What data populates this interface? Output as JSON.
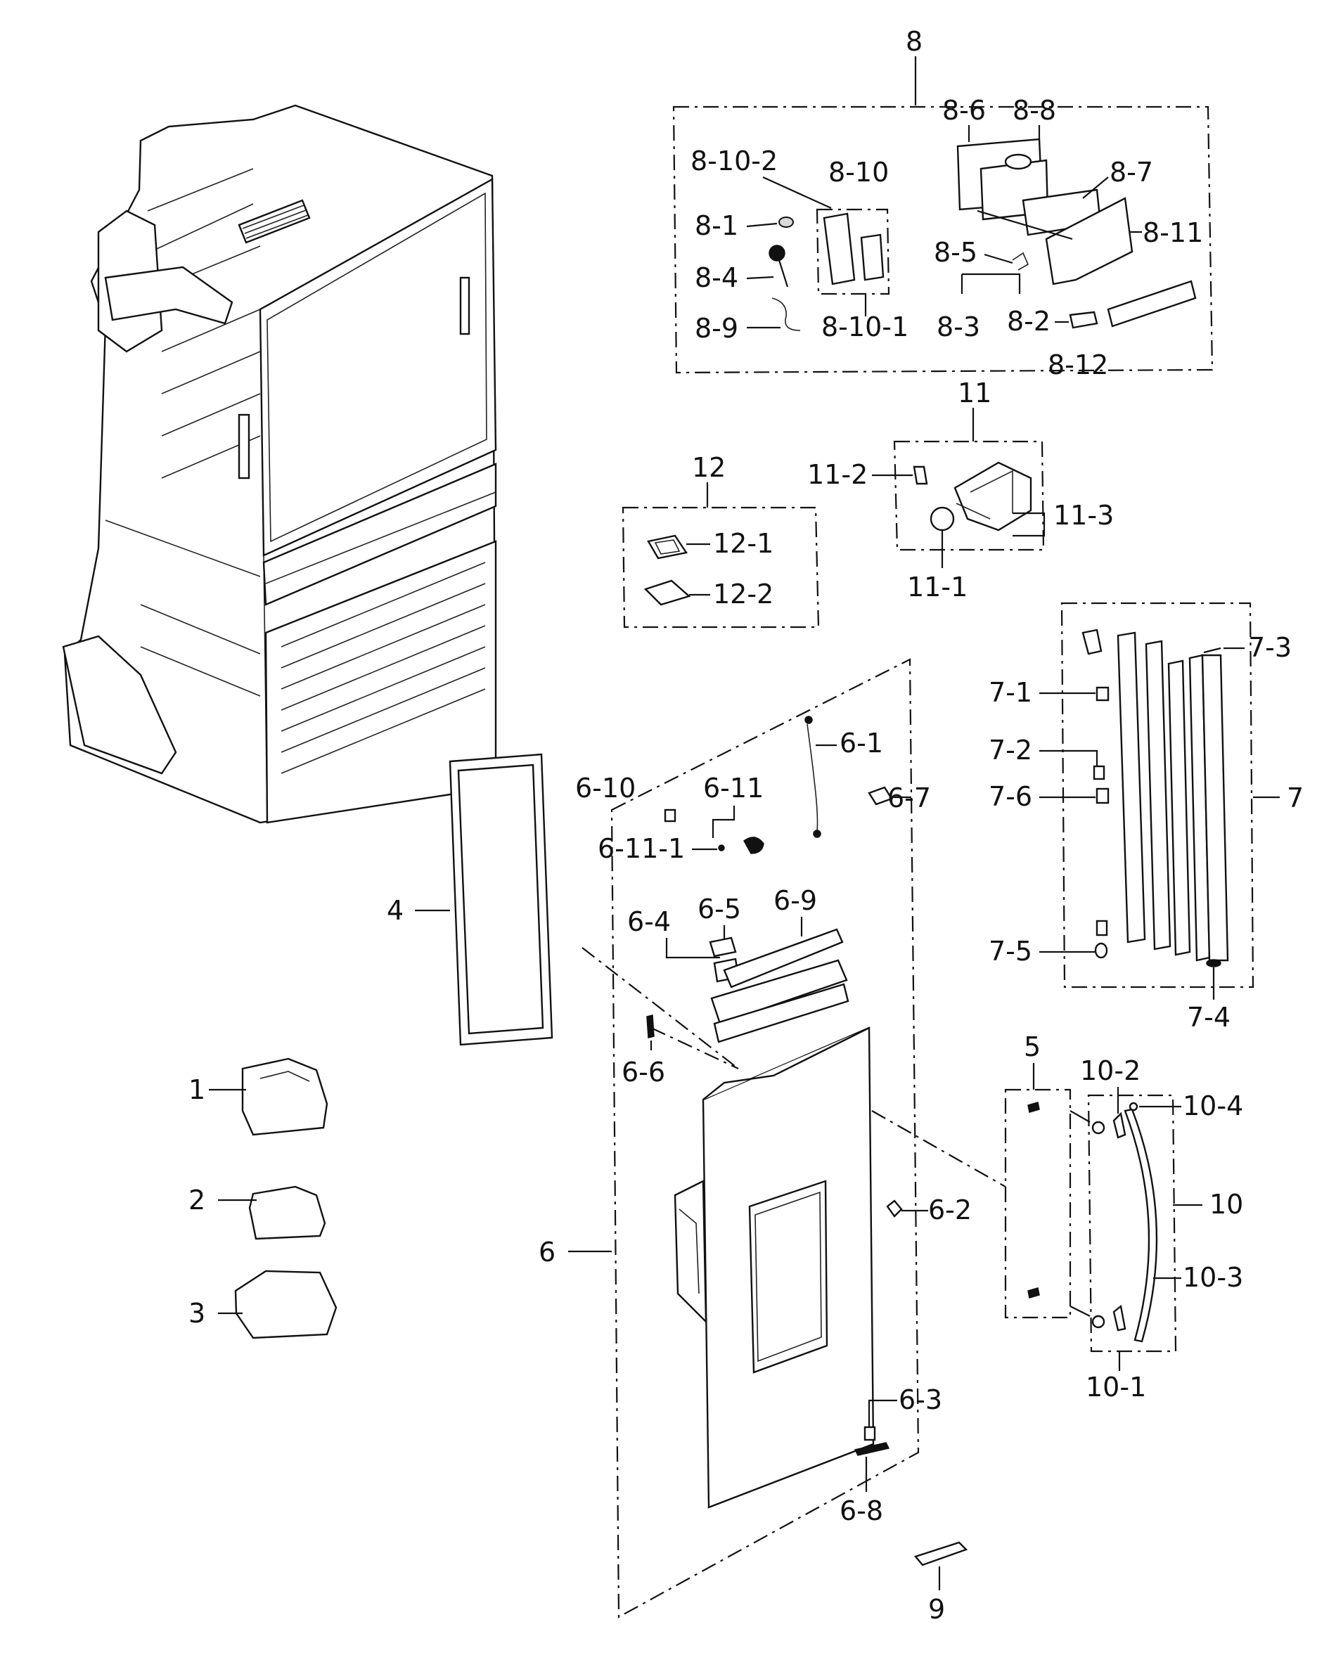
{
  "labels": {
    "l1": "1",
    "l2": "2",
    "l3": "3",
    "l4": "4",
    "l5": "5",
    "l6": "6",
    "l7": "7",
    "l8": "8",
    "l9": "9",
    "l10": "10",
    "l11": "11",
    "l12": "12",
    "l6_1": "6-1",
    "l6_2": "6-2",
    "l6_3": "6-3",
    "l6_4": "6-4",
    "l6_5": "6-5",
    "l6_6": "6-6",
    "l6_7": "6-7",
    "l6_8": "6-8",
    "l6_9": "6-9",
    "l6_10": "6-10",
    "l6_11": "6-11",
    "l6_11_1": "6-11-1",
    "l7_1": "7-1",
    "l7_2": "7-2",
    "l7_3": "7-3",
    "l7_4": "7-4",
    "l7_5": "7-5",
    "l7_6": "7-6",
    "l8_1": "8-1",
    "l8_2": "8-2",
    "l8_3": "8-3",
    "l8_4": "8-4",
    "l8_5": "8-5",
    "l8_6": "8-6",
    "l8_7": "8-7",
    "l8_8": "8-8",
    "l8_9": "8-9",
    "l8_10": "8-10",
    "l8_10_1": "8-10-1",
    "l8_10_2": "8-10-2",
    "l8_11": "8-11",
    "l8_12": "8-12",
    "l10_1": "10-1",
    "l10_2": "10-2",
    "l10_3": "10-3",
    "l10_4": "10-4",
    "l11_1": "11-1",
    "l11_2": "11-2",
    "l11_3": "11-3",
    "l12_1": "12-1",
    "l12_2": "12-2"
  }
}
